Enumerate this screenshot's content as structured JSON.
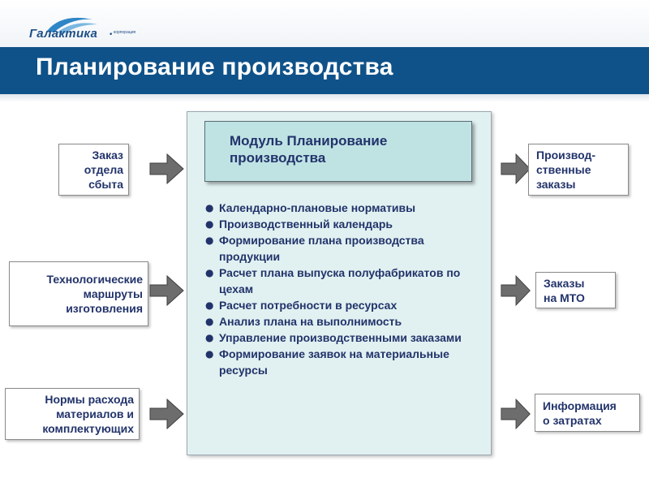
{
  "logo": {
    "name": "Галактика",
    "sub": "корпорация"
  },
  "title": "Планирование производства",
  "inputs": [
    {
      "label": "Заказ\nотдела\nсбыта"
    },
    {
      "label": "Технологические\nмаршруты\nизготовления"
    },
    {
      "label": "Нормы расхода\nматериалов и\nкомплектующих"
    }
  ],
  "module": {
    "title": "Модуль Планирование\nпроизводства",
    "items": [
      "Календарно-плановые нормативы",
      "Производственный календарь",
      "Формирование плана производства продукции",
      "Расчет плана выпуска полуфабрикатов по цехам",
      "Расчет потребности в ресурсах",
      "Анализ плана на выполнимость",
      "Управление производственными заказами",
      "Формирование заявок на материальные ресурсы"
    ]
  },
  "outputs": [
    {
      "label": "Производ-\nственные\nзаказы"
    },
    {
      "label": "Заказы\nна МТО"
    },
    {
      "label": "Информация\nо затратах"
    }
  ],
  "colors": {
    "title_bar": "#0f5289",
    "text": "#22336b",
    "panel": "#e1f1f1",
    "panel_header": "#bfe3e3",
    "arrow": "#6d6d6d"
  }
}
